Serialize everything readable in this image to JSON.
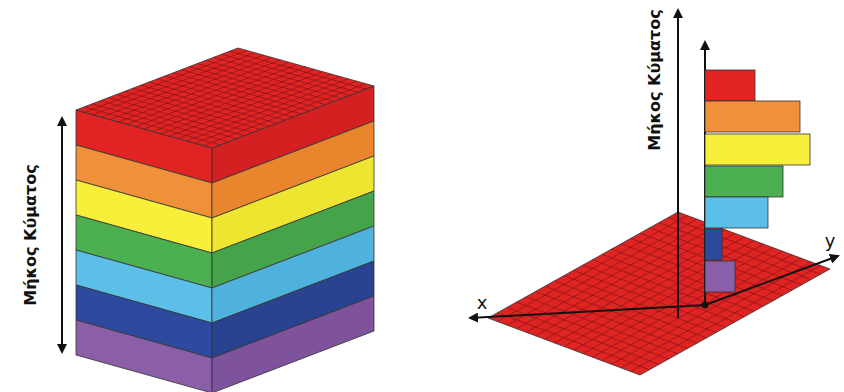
{
  "diagram": {
    "labels": [
      "Μήκος Κύματος",
      "Μήκος Κύματος",
      "x",
      "y"
    ]
  }
}
